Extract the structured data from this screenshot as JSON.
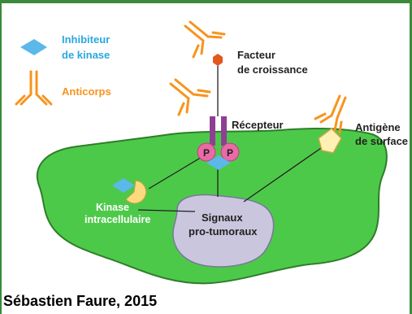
{
  "figure": {
    "legend": {
      "inhibitor_line1": "Inhibiteur",
      "inhibitor_line2": "de kinase",
      "antibody": "Anticorps"
    },
    "growth_factor_line1": "Facteur",
    "growth_factor_line2": "de croissance",
    "receptor": "Récepteur",
    "surface_antigen_line1": "Antigène",
    "surface_antigen_line2": "de surface",
    "phospho_left": "P",
    "phospho_right": "P",
    "kinase_line1": "Kinase",
    "kinase_line2": "intracellulaire",
    "signals_line1": "Signaux",
    "signals_line2": "pro-tumoraux",
    "credit": "Sébastien Faure, 2015"
  },
  "colors": {
    "frame": "#3a8a3a",
    "cell": "#4dc94a",
    "nucleus": "#c9c6de",
    "inhibitor": "#5bb8e8",
    "antibody": "#f7941d",
    "growth_factor": "#e05a1f",
    "receptor": "#8e3f94",
    "phosphate": "#e96aa6",
    "kinase": "#fdda7e",
    "antigen": "#fff0b3"
  }
}
